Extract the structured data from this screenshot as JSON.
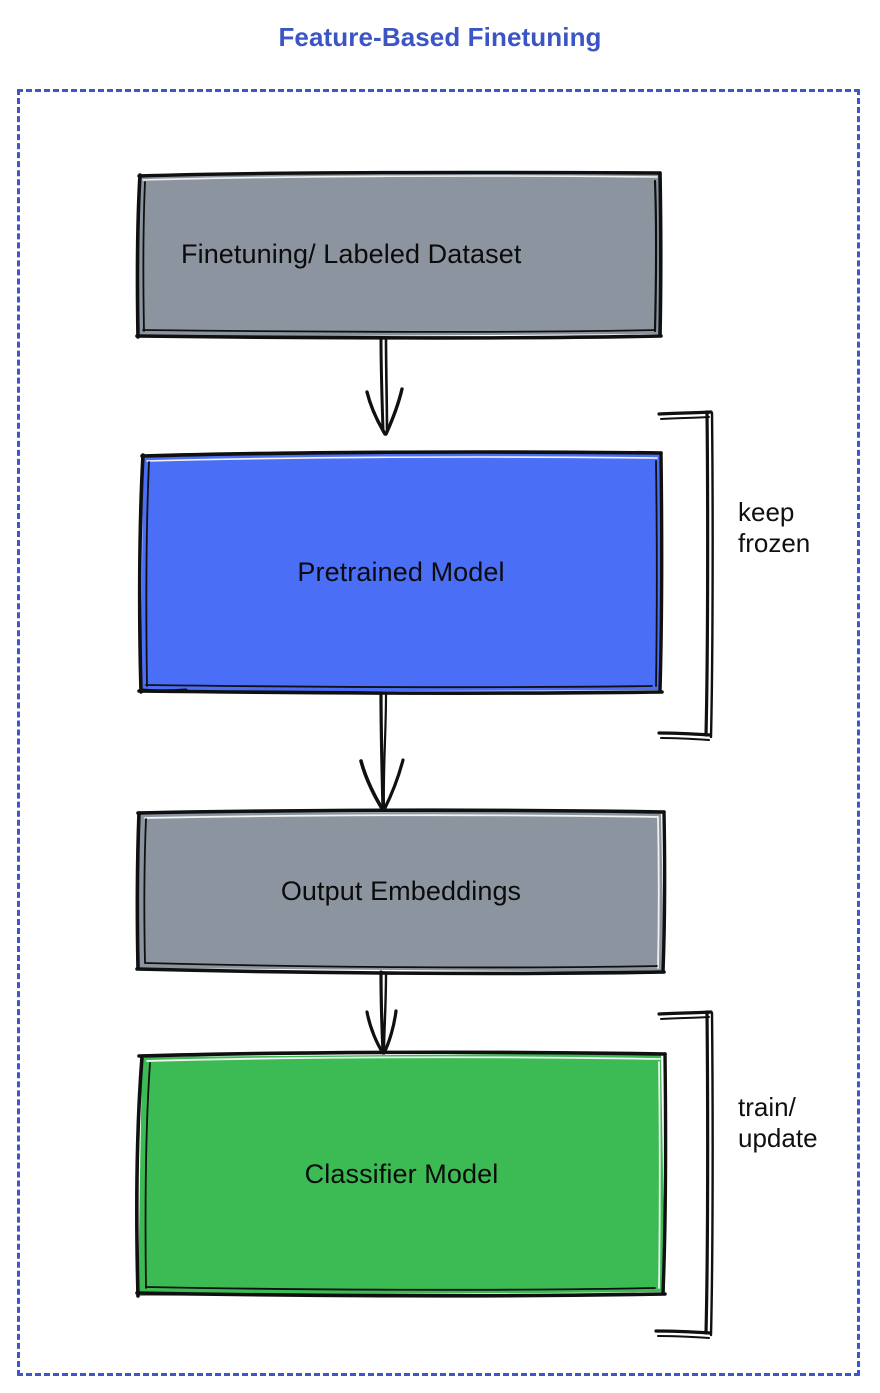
{
  "diagram": {
    "title": "Feature-Based Finetuning",
    "title_color": "#3b56c4",
    "frame": {
      "style": "dashed",
      "color": "#4056c8"
    },
    "style": "hand-drawn sketch flowchart",
    "nodes": [
      {
        "id": "dataset",
        "label": "Finetuning/ Labeled Dataset",
        "fill": "#8c959f",
        "stroke": "#111111",
        "text_align": "left"
      },
      {
        "id": "pretrained-model",
        "label": "Pretrained Model",
        "fill": "#4a6ef5",
        "stroke": "#111111",
        "text_align": "center"
      },
      {
        "id": "output-embeddings",
        "label": "Output Embeddings",
        "fill": "#8c959f",
        "stroke": "#111111",
        "text_align": "center"
      },
      {
        "id": "classifier-model",
        "label": "Classifier Model",
        "fill": "#3cbb54",
        "stroke": "#111111",
        "text_align": "center"
      }
    ],
    "edges": [
      {
        "from": "dataset",
        "to": "pretrained-model",
        "kind": "arrow-down"
      },
      {
        "from": "pretrained-model",
        "to": "output-embeddings",
        "kind": "arrow-down"
      },
      {
        "from": "output-embeddings",
        "to": "classifier-model",
        "kind": "arrow-down"
      }
    ],
    "annotations": [
      {
        "id": "keep-frozen",
        "label": "keep\nfrozen",
        "targets": [
          "pretrained-model"
        ],
        "bracket": "right"
      },
      {
        "id": "train-update",
        "label": "train/\nupdate",
        "targets": [
          "classifier-model"
        ],
        "bracket": "right"
      }
    ]
  }
}
